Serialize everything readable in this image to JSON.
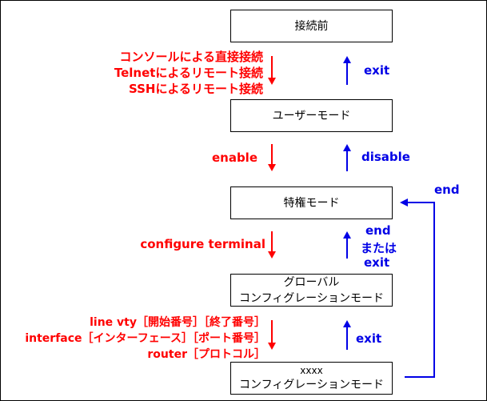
{
  "colors": {
    "down": "#ff0000",
    "up": "#0000e6",
    "border": "#000000"
  },
  "boxes": {
    "pre_connect": "接続前",
    "user_mode": "ユーザーモード",
    "privileged_mode": "特権モード",
    "global_config_line1": "グローバル",
    "global_config_line2": "コンフィグレーションモード",
    "xxxx_config_line1": "xxxx",
    "xxxx_config_line2": "コンフィグレーションモード"
  },
  "down_labels": {
    "to_user": [
      "コンソールによる直接接続",
      "Telnetによるリモート接続",
      "SSHによるリモート接続"
    ],
    "to_privileged": "enable",
    "to_global": "configure terminal",
    "to_xxxx": [
      "line vty［開始番号］［終了番号］",
      "interface［インターフェース］［ポート番号］",
      "router［プロトコル］"
    ]
  },
  "up_labels": {
    "from_user": "exit",
    "from_privileged": "disable",
    "from_global_line1": "end",
    "from_global_line2": "または",
    "from_global_line3": "exit",
    "from_xxxx": "exit",
    "end_loop": "end"
  }
}
